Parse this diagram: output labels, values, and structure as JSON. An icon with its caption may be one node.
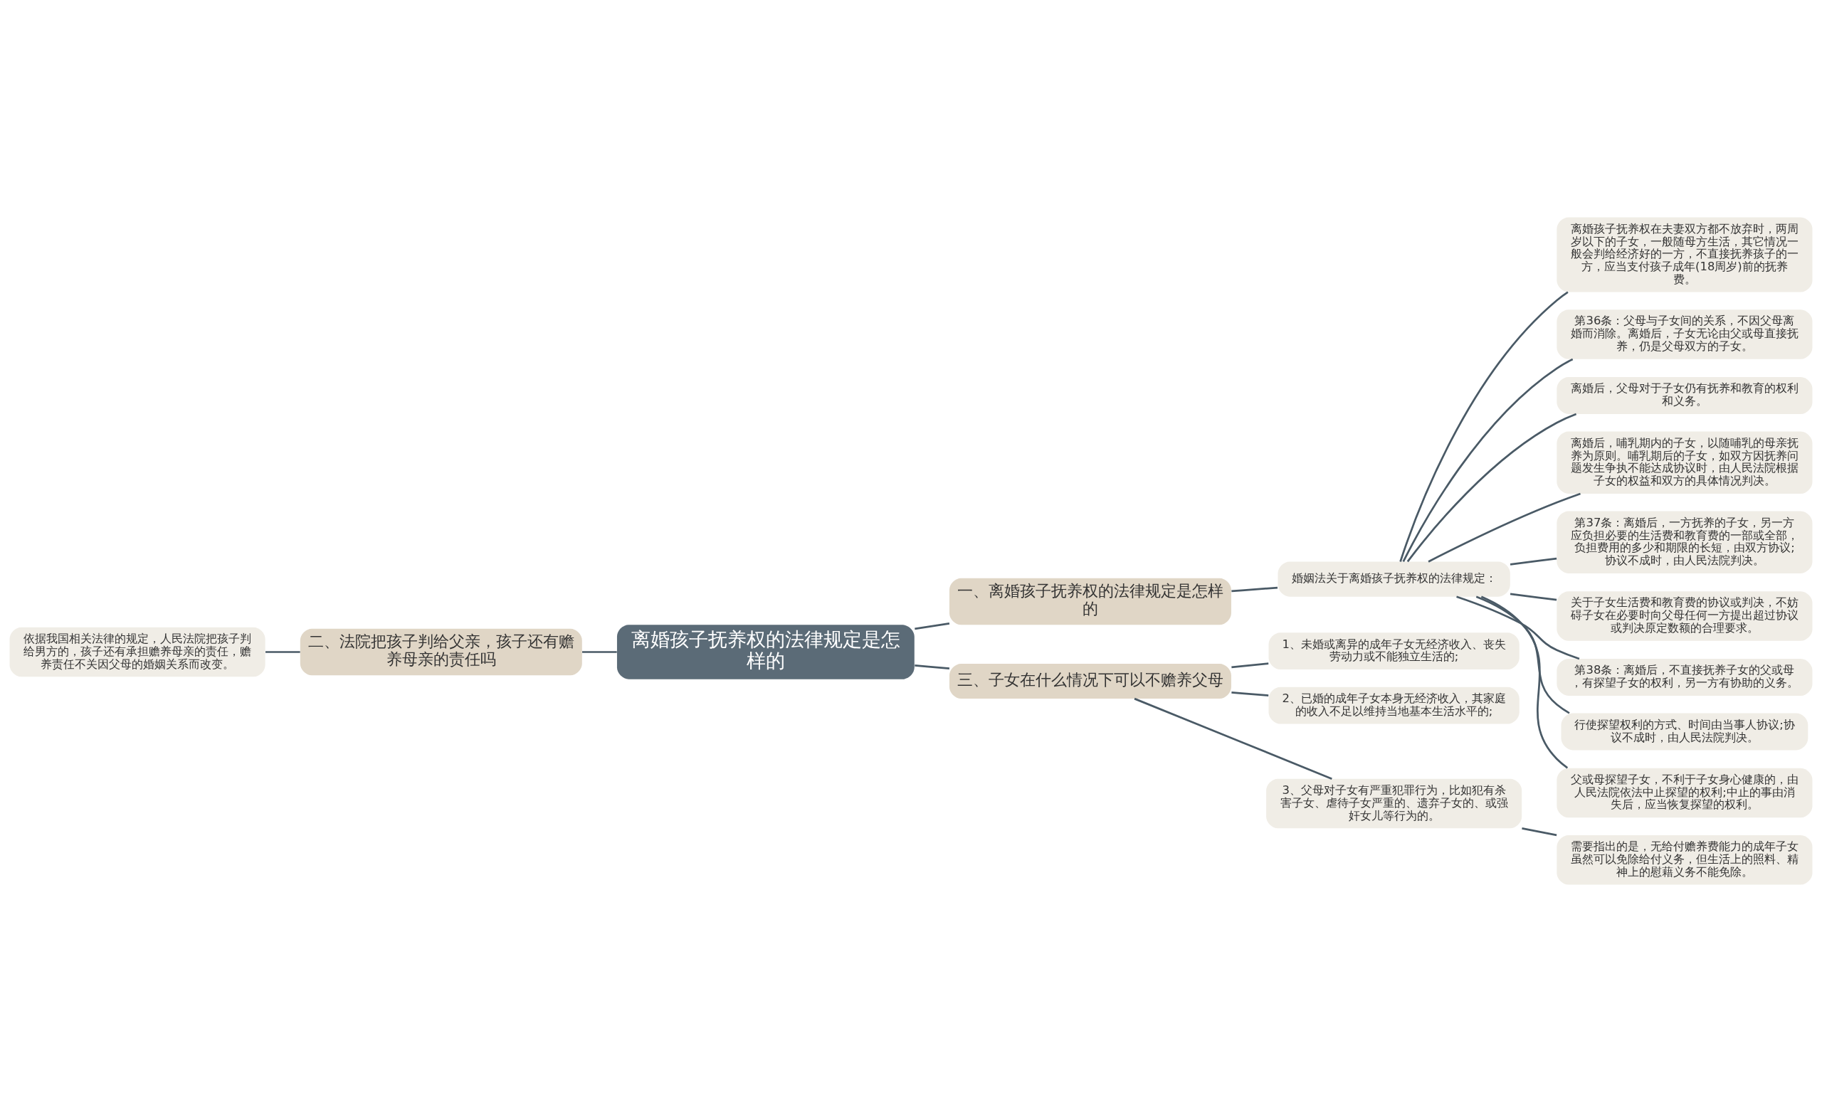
{
  "diagram": {
    "nodes": [
      {
        "text": [
          "离婚孩子抚养权的法律规定是怎样的"
        ]
      },
      {
        "text": [
          "一、离婚孩子抚养权的法律规定是怎样的"
        ]
      },
      {
        "text": [
          "婚姻法关于离婚孩子抚养权的法律规定："
        ]
      },
      {
        "text": [
          "离婚孩子抚养权在夫妻双方都不放弃时，两周岁以下的子女，一般随母方生活，其它情况一般会判给经济好的一方，不直接抚养孩子的一方，应当支付孩子成年(18周岁)前的抚养费。"
        ]
      },
      {
        "text": [
          "第36条：父母与子女间的关系，不因父母离婚而消除。离婚后，子女无论由父或母直接抚养，仍是父母双方的子女。"
        ]
      },
      {
        "text": [
          "离婚后，父母对于子女仍有抚养和教育的权利和义务。"
        ]
      },
      {
        "text": [
          "离婚后，哺乳期内的子女，以随哺乳的母亲抚养为原则。哺乳期后的子女，如双方因抚养问题发生争执不能达成协议时，由人民法院根据子女的权益和双方的具体情况判决。"
        ]
      },
      {
        "text": [
          "第37条：离婚后，一方抚养的子女，另一方应负担必要的生活费和教育费的一部或全部，负担费用的多少和期限的长短，由双方协议;协议不成时，由人民法院判决。"
        ]
      },
      {
        "text": [
          "关于子女生活费和教育费的协议或判决，不妨碍子女在必要时向父母任何一方提出超过协议或判决原定数额的合理要求。"
        ]
      },
      {
        "text": [
          "第38条：离婚后，不直接抚养子女的父或母，有探望子女的权利，另一方有协助的义务。"
        ]
      },
      {
        "text": [
          "行使探望权利的方式、时间由当事人协议;协议不成时，由人民法院判决。"
        ]
      },
      {
        "text": [
          "父或母探望子女，不利于子女身心健康的，由人民法院依法中止探望的权利;中止的事由消失后，应当恢复探望的权利。"
        ]
      },
      {
        "text": [
          "二、法院把孩子判给父亲，孩子还有赡养母亲的责任吗"
        ]
      },
      {
        "text": [
          "依据我国相关法律的规定，人民法院把孩子判给男方的，孩子还有承担赡养母亲的责任，赡养责任不关因父母的婚姻关系而改变。"
        ]
      },
      {
        "text": [
          "三、子女在什么情况下可以不赡养父母"
        ]
      },
      {
        "text": [
          "1、未婚或离异的成年子女无经济收入、丧失劳动力或不能独立生活的;"
        ]
      },
      {
        "text": [
          "2、已婚的成年子女本身无经济收入，其家庭的收入不足以维持当地基本生活水平的;"
        ]
      },
      {
        "text": [
          "3、父母对子女有严重犯罪行为，比如犯有杀害子女、虐待子女严重的、遗弃子女的、或强奸女儿等行为的。"
        ]
      },
      {
        "text": [
          "需要指出的是，无给付赡养费能力的成年子女虽然可以免除给付义务，但生活上的照料、精神上的慰藉义务不能免除。"
        ]
      }
    ],
    "edges": [
      {
        "from": 0,
        "to": 1,
        "arrow": "none"
      },
      {
        "from": 1,
        "to": 2,
        "arrow": "none"
      },
      {
        "from": 2,
        "to": 3,
        "arrow": "none"
      },
      {
        "from": 2,
        "to": 4,
        "arrow": "none"
      },
      {
        "from": 2,
        "to": 5,
        "arrow": "none"
      },
      {
        "from": 2,
        "to": 6,
        "arrow": "none"
      },
      {
        "from": 2,
        "to": 7,
        "arrow": "none"
      },
      {
        "from": 2,
        "to": 8,
        "arrow": "none"
      },
      {
        "from": 2,
        "to": 9,
        "arrow": "none"
      },
      {
        "from": 2,
        "to": 10,
        "arrow": "none"
      },
      {
        "from": 2,
        "to": 11,
        "arrow": "none"
      },
      {
        "from": 0,
        "to": 12,
        "arrow": "none"
      },
      {
        "from": 12,
        "to": 13,
        "arrow": "none"
      },
      {
        "from": 0,
        "to": 14,
        "arrow": "none"
      },
      {
        "from": 14,
        "to": 15,
        "arrow": "none"
      },
      {
        "from": 14,
        "to": 16,
        "arrow": "none"
      },
      {
        "from": 14,
        "to": 17,
        "arrow": "none"
      },
      {
        "from": 17,
        "to": 18,
        "arrow": "none"
      }
    ]
  }
}
